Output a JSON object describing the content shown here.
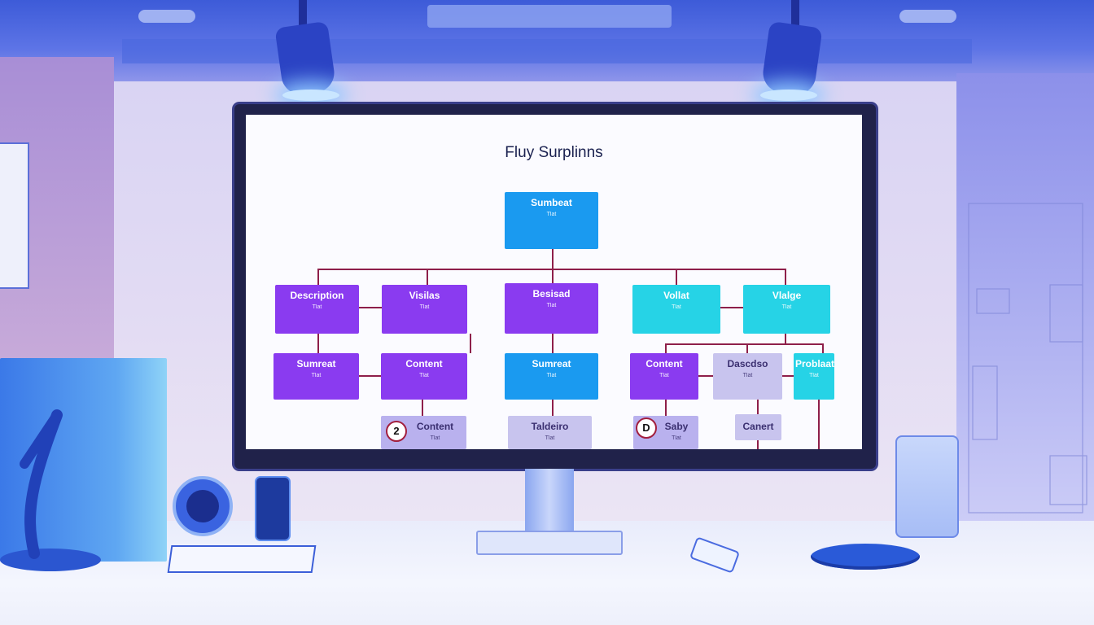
{
  "diagram": {
    "title": "Fluy Surplinns",
    "nodes": {
      "root": {
        "title": "Sumbeat",
        "desc": "Tlat"
      },
      "n_desc": {
        "title": "Description",
        "desc": "Tlat"
      },
      "n_vis": {
        "title": "Visilas",
        "desc": "Tlat"
      },
      "n_bes": {
        "title": "Besisad",
        "desc": "Tlat"
      },
      "n_vol": {
        "title": "Vollat",
        "desc": "Tlat"
      },
      "n_vlg": {
        "title": "Vlalge",
        "desc": "Tlat"
      },
      "n_sum1": {
        "title": "Sumreat",
        "desc": "Tlat"
      },
      "n_cont1": {
        "title": "Content",
        "desc": "Tlat"
      },
      "n_sum2": {
        "title": "Sumreat",
        "desc": "Tlat"
      },
      "n_cont2": {
        "title": "Content",
        "desc": "Tlat"
      },
      "n_desc2": {
        "title": "Dascdso",
        "desc": "Tlat"
      },
      "n_prob": {
        "title": "Problaat",
        "desc": "Tlat"
      },
      "n_cont3": {
        "title": "Content",
        "desc": "Tlat",
        "badge": "2"
      },
      "n_tab": {
        "title": "Taldeiro",
        "desc": "Tlat"
      },
      "n_saby": {
        "title": "Saby",
        "desc": "Tlat",
        "badge": "D"
      },
      "n_cart": {
        "title": "Canert"
      }
    }
  },
  "colors": {
    "blue": "#1a9af0",
    "violet": "#8a3bf0",
    "cyan": "#26d3e6",
    "lavender": "#c8c4ee",
    "connector": "#8e1f4a"
  }
}
